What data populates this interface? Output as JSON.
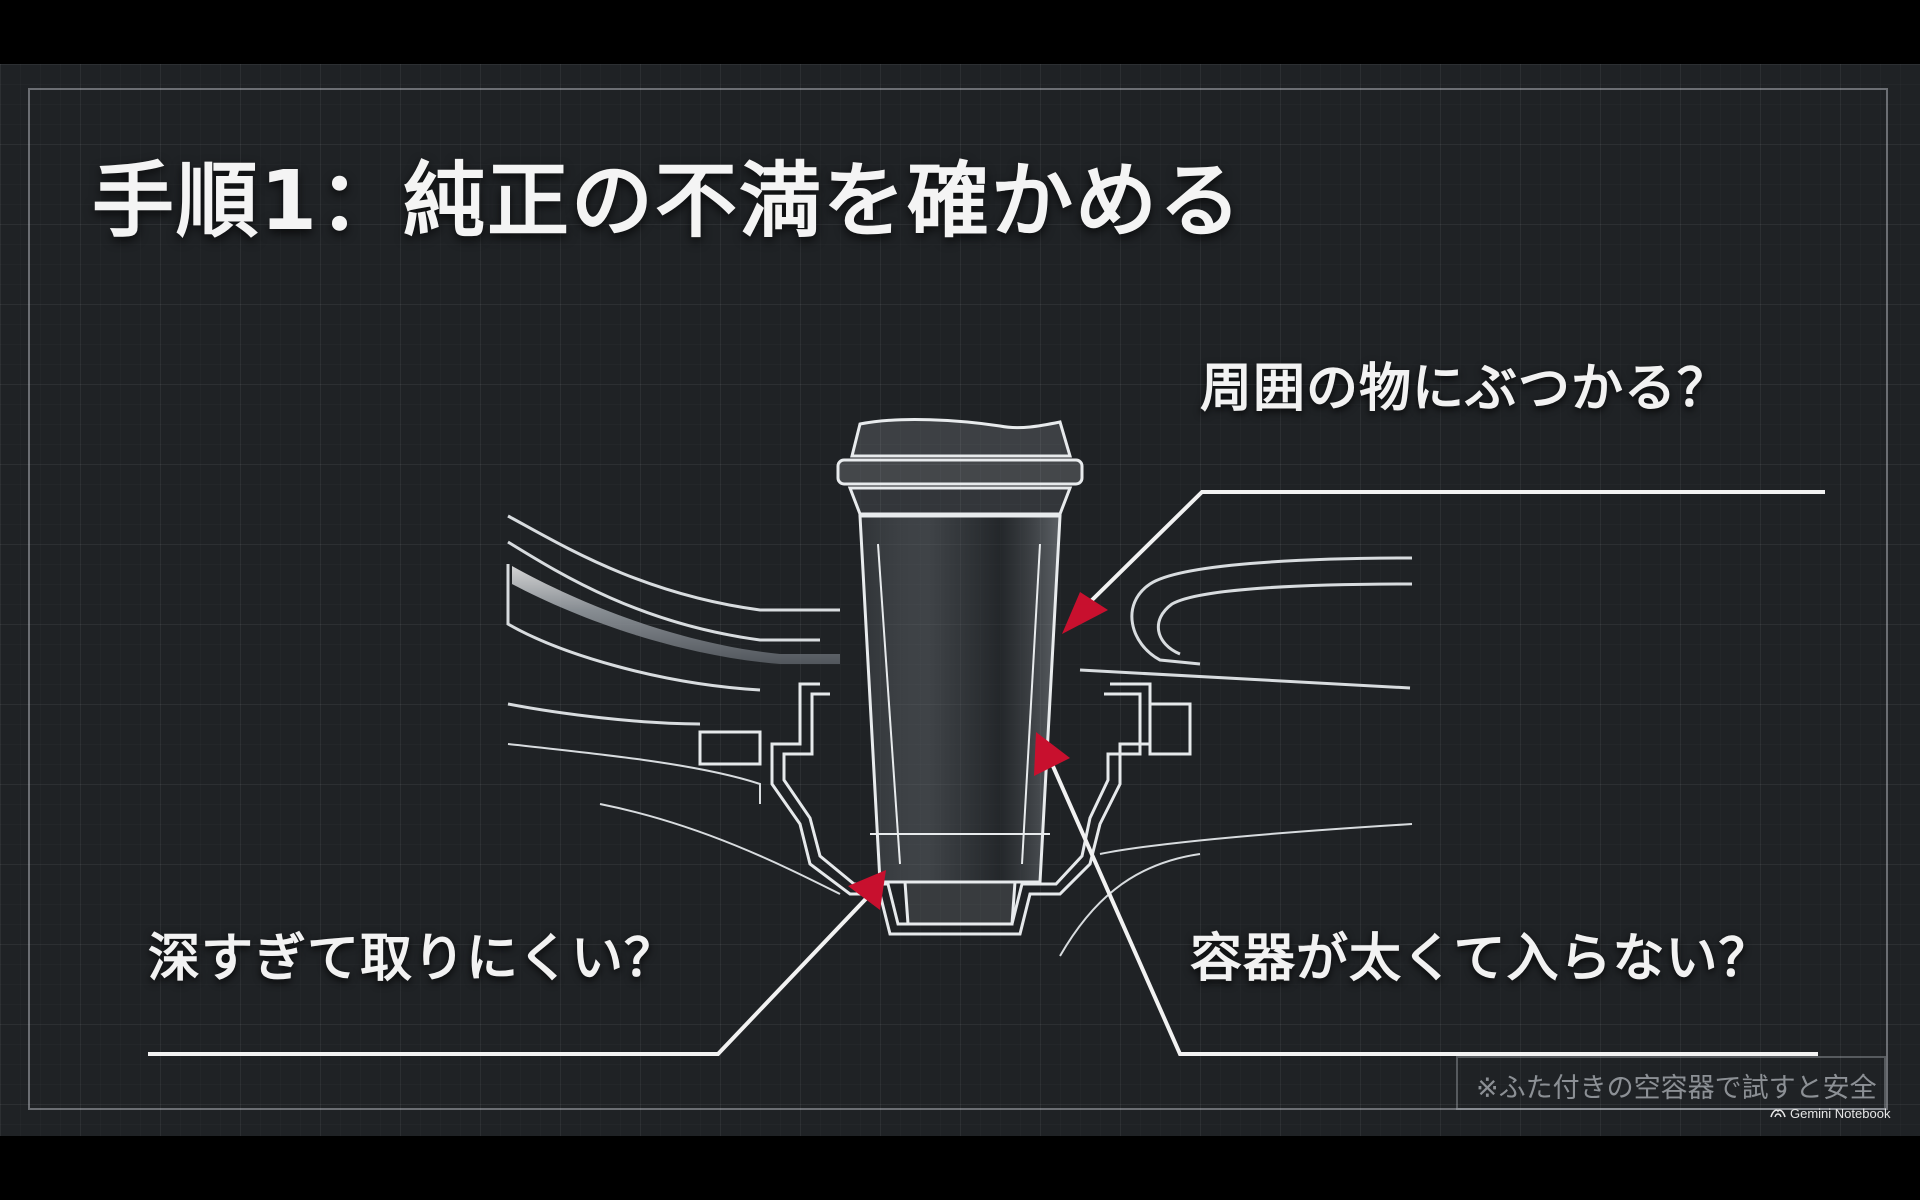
{
  "slide": {
    "title": "手順1：純正の不満を確かめる",
    "callouts": {
      "top": "周囲の物にぶつかる？",
      "left": "深すぎて取りにくい？",
      "right": "容器が太くて入らない？"
    },
    "note": "※ふた付きの空容器で試すと安全",
    "brand": "Gemini Notebook",
    "brand_icon": "notebook-logo-icon"
  },
  "colors": {
    "background": "#1f2225",
    "accent_arrow": "#c8102e",
    "text": "#f2f2f2"
  }
}
